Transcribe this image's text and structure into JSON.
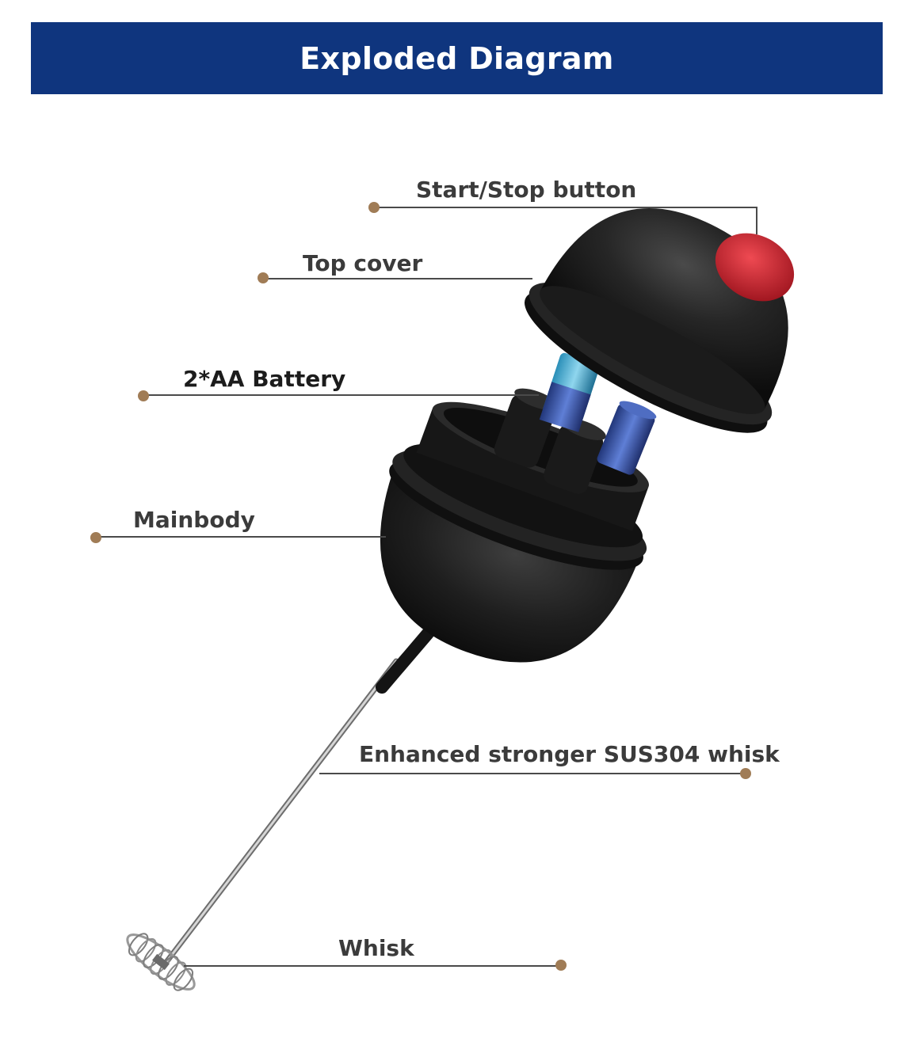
{
  "header": {
    "title": "Exploded Diagram"
  },
  "callouts": [
    {
      "id": "start-stop-button",
      "label": "Start/Stop button"
    },
    {
      "id": "top-cover",
      "label": "Top cover"
    },
    {
      "id": "battery",
      "label": "2*AA Battery"
    },
    {
      "id": "mainbody",
      "label": "Mainbody"
    },
    {
      "id": "whisk-shaft",
      "label": "Enhanced stronger SUS304 whisk"
    },
    {
      "id": "whisk",
      "label": "Whisk"
    }
  ],
  "colors": {
    "banner": "#0f357e",
    "dot": "#a07c56",
    "leader_line": "#4a4a4a",
    "body": "#1b1b1b",
    "button": "#c8202c",
    "battery": "#3b5cb0"
  }
}
